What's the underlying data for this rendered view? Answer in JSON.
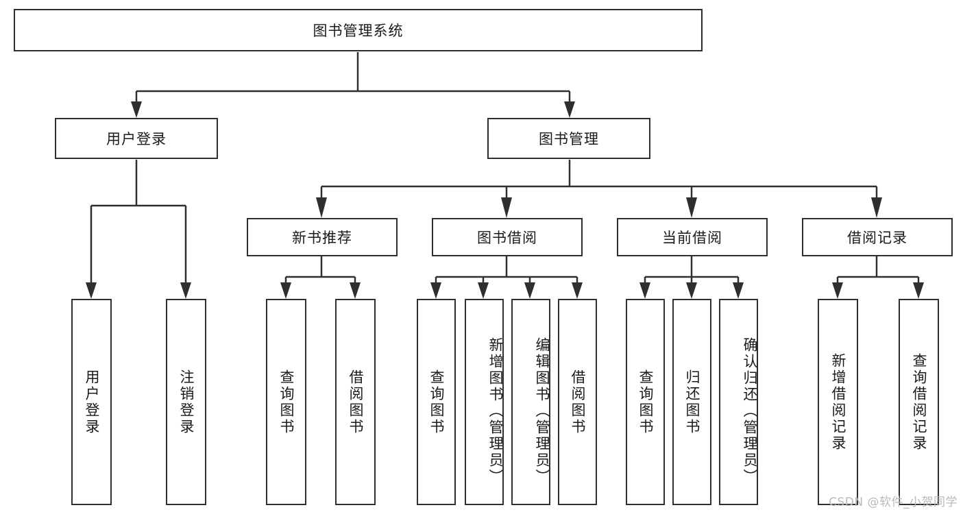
{
  "diagram": {
    "title": "图书管理系统",
    "type": "tree-hierarchy",
    "colors": {
      "stroke": "#2f2f2f",
      "fill": "#ffffff",
      "text": "#1a1a1a",
      "watermark": "#b9b9b9"
    },
    "root": {
      "label": "图书管理系统"
    },
    "level2": [
      {
        "label": "用户登录"
      },
      {
        "label": "图书管理"
      }
    ],
    "level3": [
      {
        "label": "新书推荐"
      },
      {
        "label": "图书借阅"
      },
      {
        "label": "当前借阅"
      },
      {
        "label": "借阅记录"
      }
    ],
    "leaves": {
      "user_login": [
        {
          "label": "用户登录"
        },
        {
          "label": "注销登录"
        }
      ],
      "new_book_recommend": [
        {
          "label": "查询图书"
        },
        {
          "label": "借阅图书"
        }
      ],
      "book_borrow": [
        {
          "label": "查询图书"
        },
        {
          "label": "新增图书（管理员）"
        },
        {
          "label": "编辑图书（管理员）"
        },
        {
          "label": "借阅图书"
        }
      ],
      "current_borrow": [
        {
          "label": "查询图书"
        },
        {
          "label": "归还图书"
        },
        {
          "label": "确认归还（管理员）"
        }
      ],
      "borrow_record": [
        {
          "label": "新增借阅记录"
        },
        {
          "label": "查询借阅记录"
        }
      ]
    }
  },
  "watermark": {
    "text": "CSDN @软件_小贺同学"
  }
}
